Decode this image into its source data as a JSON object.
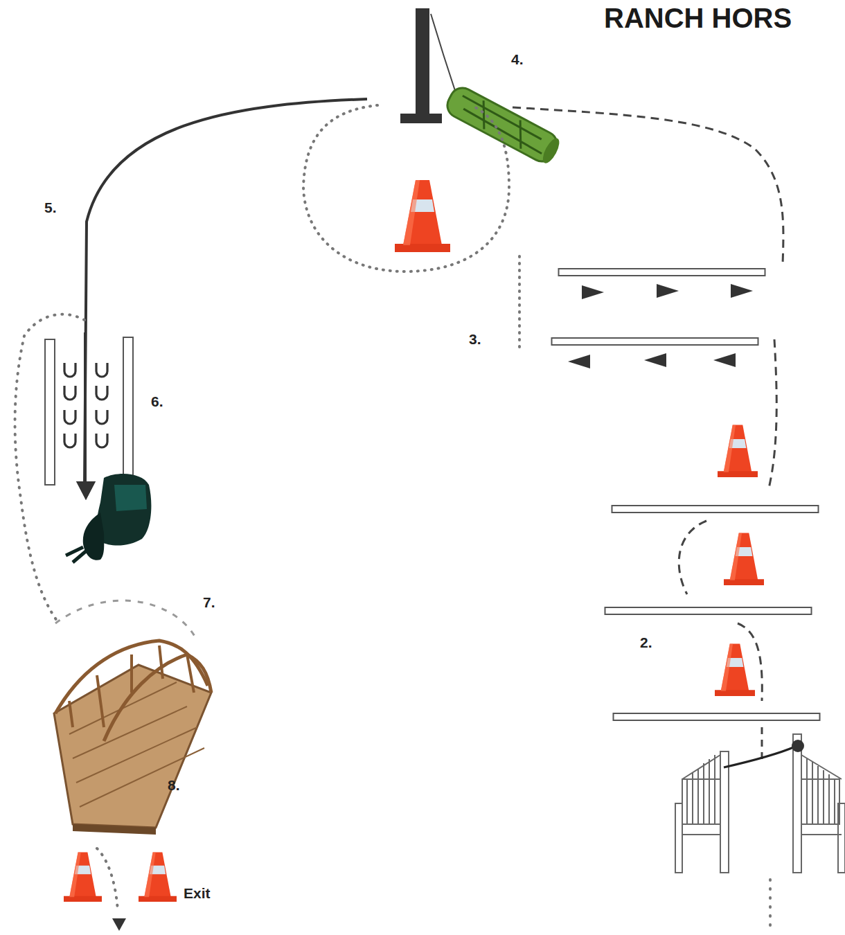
{
  "diagram": {
    "title": "RANCH HORS",
    "labels": [
      "4.",
      "5.",
      "3.",
      "6.",
      "7.",
      "2.",
      "8.",
      "Exit"
    ]
  }
}
